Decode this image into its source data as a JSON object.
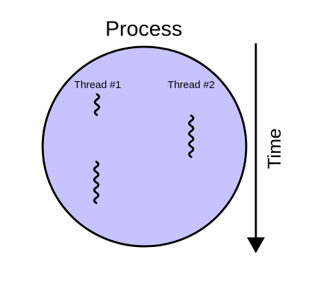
{
  "process": {
    "title": "Process",
    "fill_color": "#c7c3ff",
    "stroke_color": "#000000"
  },
  "threads": [
    {
      "label": "Thread #1"
    },
    {
      "label": "Thread #2"
    }
  ],
  "time": {
    "label": "Time",
    "arrow_color": "#000000"
  }
}
